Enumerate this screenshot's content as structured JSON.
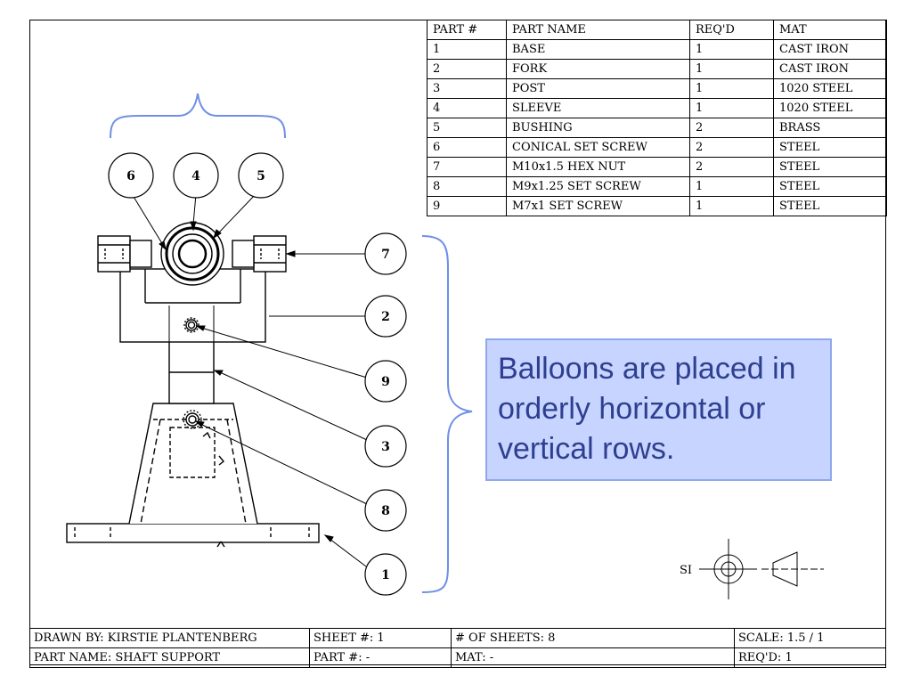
{
  "parts_list": {
    "headers": [
      "PART #",
      "PART NAME",
      "REQ'D",
      "MAT"
    ],
    "rows": [
      [
        "1",
        "BASE",
        "1",
        "CAST IRON"
      ],
      [
        "2",
        "FORK",
        "1",
        "CAST IRON"
      ],
      [
        "3",
        "POST",
        "1",
        "1020 STEEL"
      ],
      [
        "4",
        "SLEEVE",
        "1",
        "1020 STEEL"
      ],
      [
        "5",
        "BUSHING",
        "2",
        "BRASS"
      ],
      [
        "6",
        "CONICAL SET SCREW",
        "2",
        "STEEL"
      ],
      [
        "7",
        "M10x1.5 HEX NUT",
        "2",
        "STEEL"
      ],
      [
        "8",
        "M9x1.25 SET SCREW",
        "1",
        "STEEL"
      ],
      [
        "9",
        "M7x1 SET SCREW",
        "1",
        "STEEL"
      ]
    ]
  },
  "balloons": {
    "top_row": [
      "6",
      "4",
      "5"
    ],
    "right_column": [
      "7",
      "2",
      "9",
      "3",
      "8",
      "1"
    ]
  },
  "callout": {
    "text": "Balloons are placed in orderly horizontal or vertical rows."
  },
  "projection_symbol": {
    "label": "SI"
  },
  "title_block": {
    "row1": {
      "drawn_by": "DRAWN BY: KIRSTIE PLANTENBERG",
      "sheet": "SHEET #: 1",
      "num_sheets": "# OF SHEETS: 8",
      "scale": "SCALE: 1.5 / 1"
    },
    "row2": {
      "part_name": "PART NAME: SHAFT SUPPORT",
      "part_num": "PART #: -",
      "material": "MAT: -",
      "reqd": "REQ'D: 1"
    }
  },
  "colors": {
    "bracket": "#6f8fe6",
    "callout_bg": "#c6d4ff",
    "callout_border": "#8fa8ec",
    "callout_text": "#2e3f8f"
  }
}
